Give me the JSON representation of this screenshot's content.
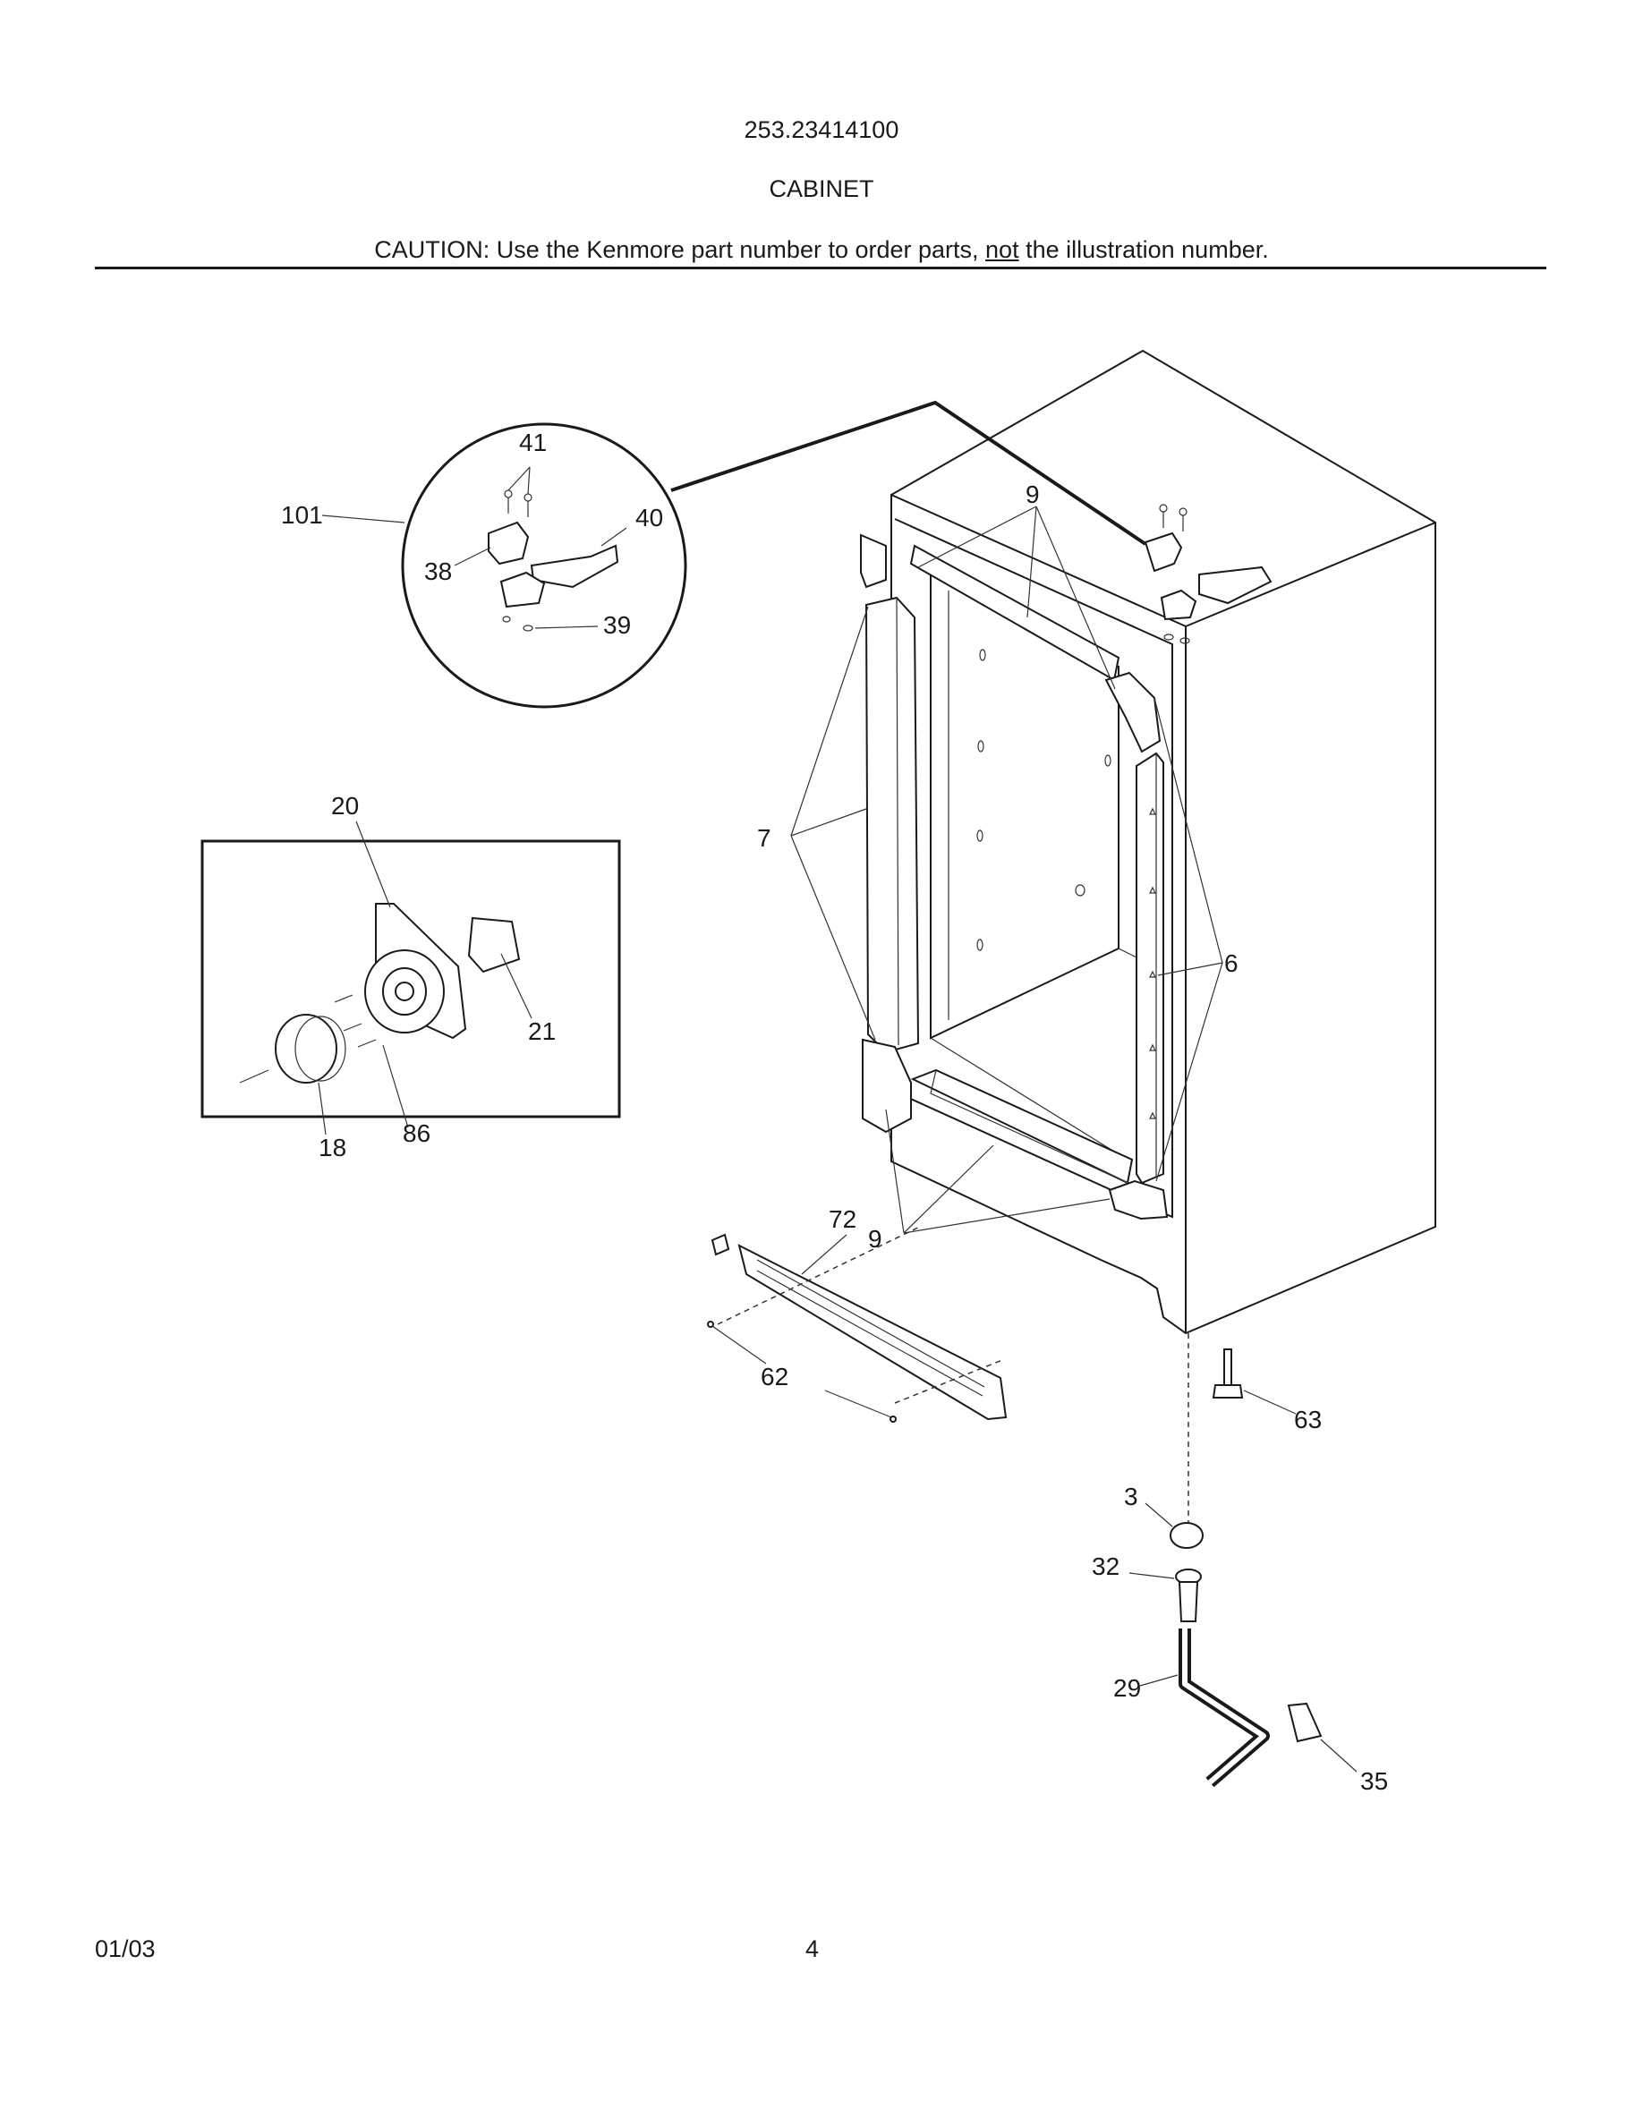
{
  "header": {
    "model_number": "253.23414100",
    "section_title": "CABINET",
    "caution_prefix": "CAUTION: Use the Kenmore part number to order parts, ",
    "caution_underlined": "not",
    "caution_suffix": " the illustration number."
  },
  "callouts": {
    "c101": "101",
    "c41": "41",
    "c40": "40",
    "c38": "38",
    "c39": "39",
    "c20": "20",
    "c21": "21",
    "c18": "18",
    "c86": "86",
    "c9_top": "9",
    "c7": "7",
    "c6": "6",
    "c72": "72",
    "c9_bottom": "9",
    "c62": "62",
    "c63": "63",
    "c3": "3",
    "c32": "32",
    "c29": "29",
    "c35": "35"
  },
  "footer": {
    "date": "01/03",
    "page_number": "4"
  }
}
